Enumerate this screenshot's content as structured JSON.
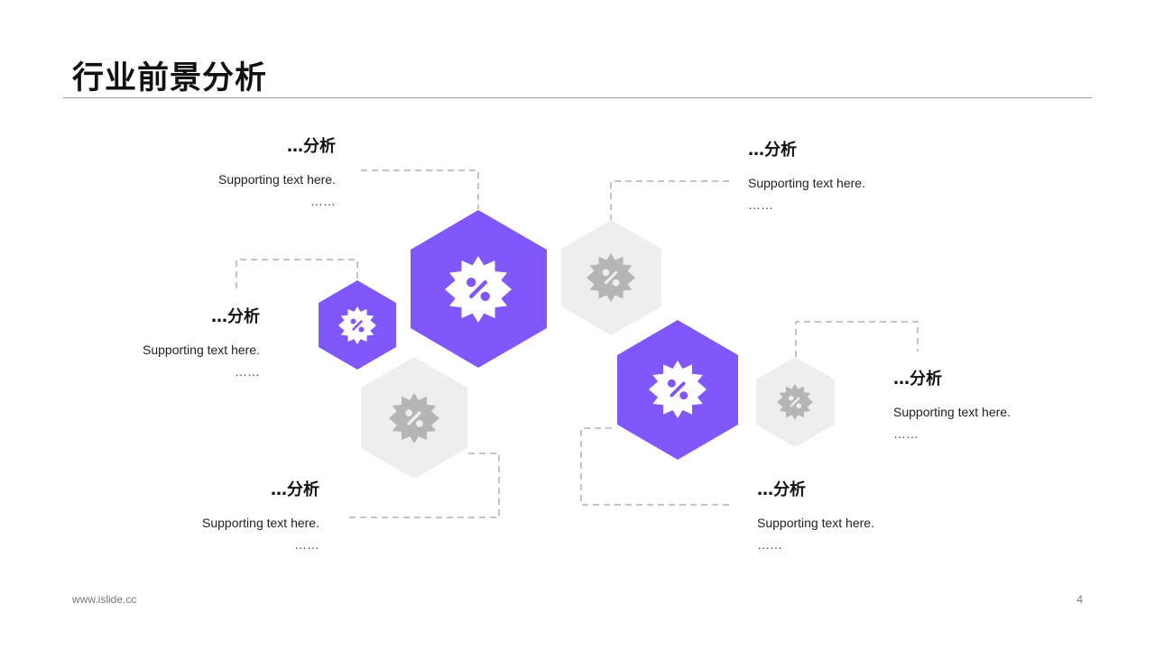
{
  "title": "行业前景分析",
  "colors": {
    "accent": "#7F57FB",
    "muted": "#EEEEEE",
    "muted_icon": "#B5B5B5",
    "line": "#C4C4C4"
  },
  "icon": "percent-badge-icon",
  "blocks": [
    {
      "id": "top-left",
      "heading": "…分析",
      "body": "Supporting  text here.",
      "dots": "……"
    },
    {
      "id": "middle-left",
      "heading": "…分析",
      "body": "Supporting  text here.",
      "dots": "……"
    },
    {
      "id": "bottom-left",
      "heading": "…分析",
      "body": "Supporting  text here.",
      "dots": "……"
    },
    {
      "id": "top-right",
      "heading": "…分析",
      "body": "Supporting  text here.",
      "dots": "……"
    },
    {
      "id": "middle-right",
      "heading": "…分析",
      "body": "Supporting  text here.",
      "dots": "……"
    },
    {
      "id": "bottom-right",
      "heading": "…分析",
      "body": "Supporting  text here.",
      "dots": "……"
    }
  ],
  "footer": {
    "url": "www.islide.cc",
    "page": "4"
  }
}
